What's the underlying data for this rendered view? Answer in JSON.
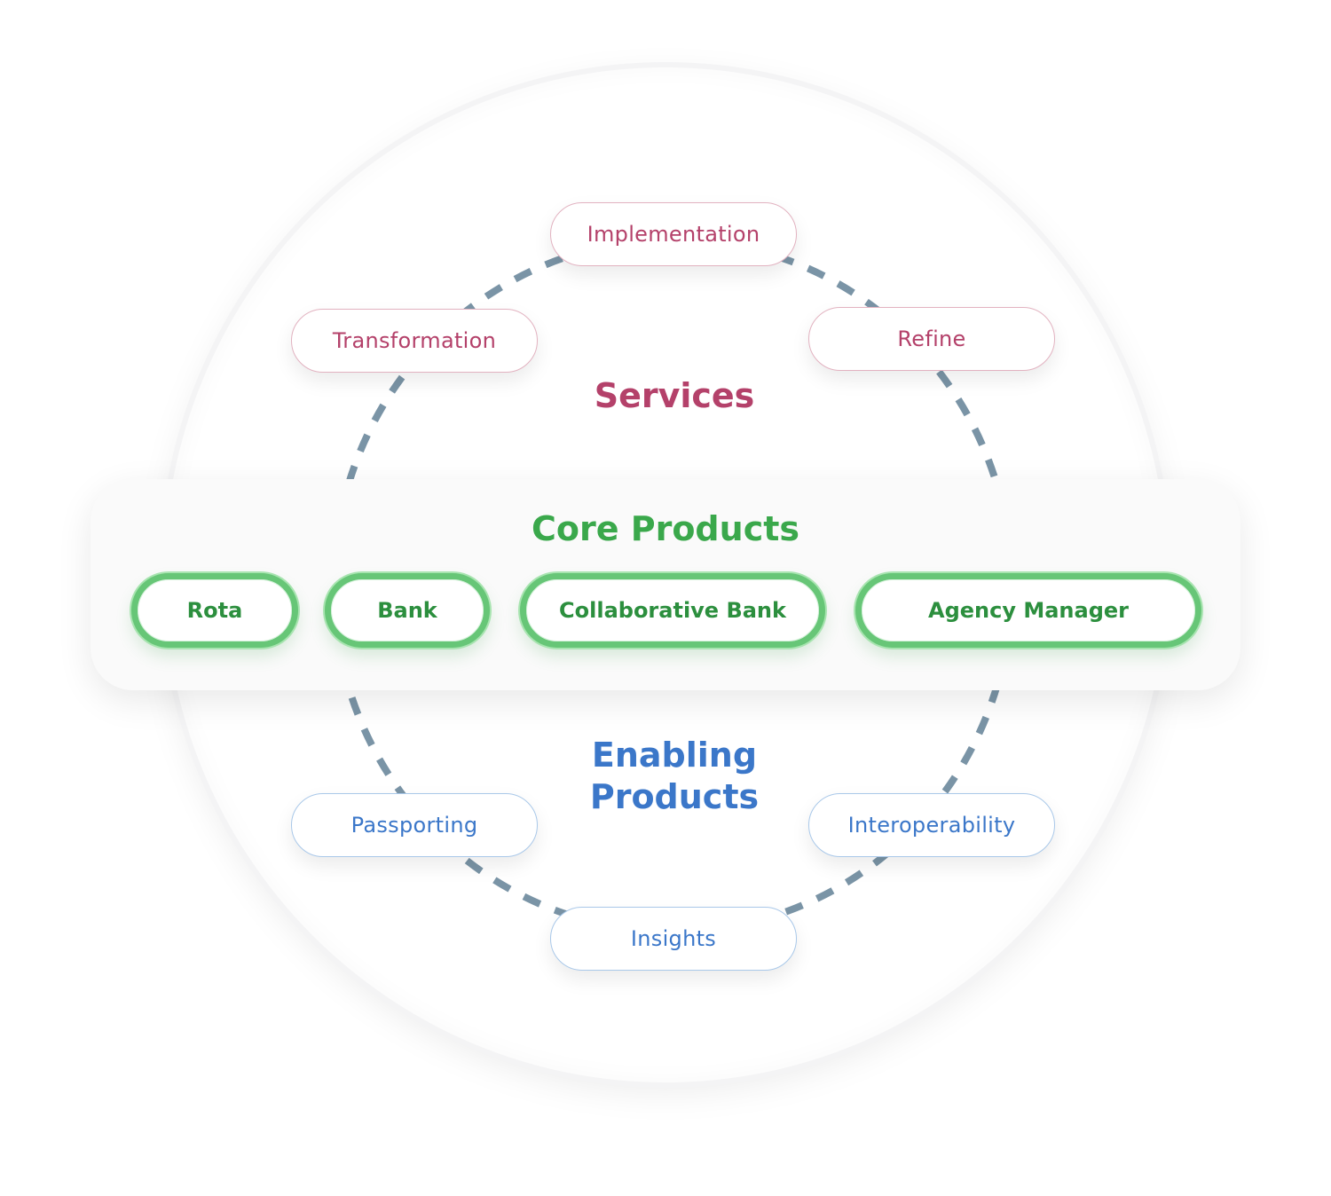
{
  "services": {
    "title": "Services",
    "items": [
      "Implementation",
      "Transformation",
      "Refine"
    ]
  },
  "core": {
    "title": "Core Products",
    "items": [
      "Rota",
      "Bank",
      "Collaborative Bank",
      "Agency Manager"
    ]
  },
  "enabling": {
    "title_line1": "Enabling",
    "title_line2": "Products",
    "items": [
      "Passporting",
      "Interoperability",
      "Insights"
    ]
  },
  "colors": {
    "services": "#b4416a",
    "core": "#3aa84b",
    "enabling": "#3b77c9",
    "ring_dash": "#7a94a6"
  }
}
